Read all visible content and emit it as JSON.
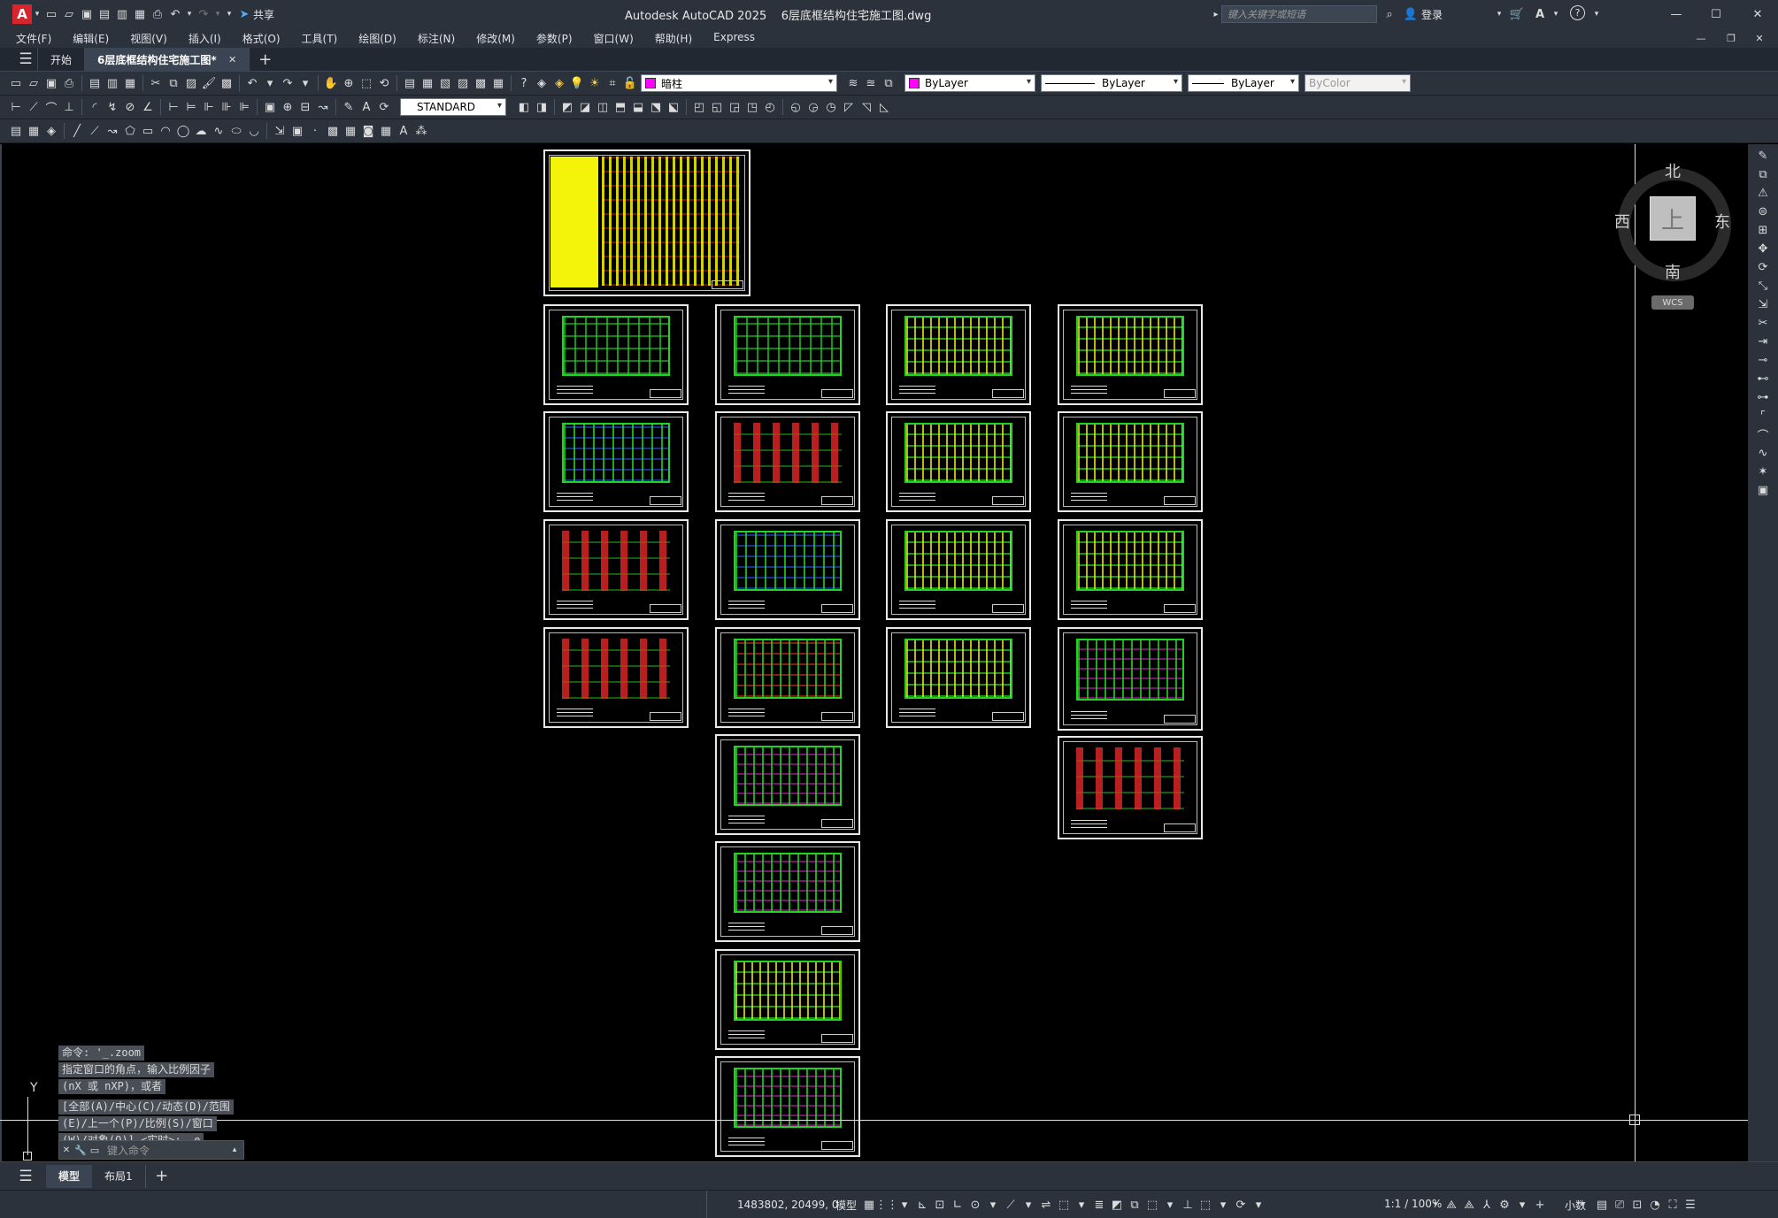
{
  "titlebar": {
    "app_logo": "A",
    "share_label": "共享",
    "title": "Autodesk AutoCAD 2025    6层底框结构住宅施工图.dwg",
    "search_placeholder": "键入关键字或短语",
    "login_label": "登录"
  },
  "menu": [
    "文件(F)",
    "编辑(E)",
    "视图(V)",
    "插入(I)",
    "格式(O)",
    "工具(T)",
    "绘图(D)",
    "标注(N)",
    "修改(M)",
    "参数(P)",
    "窗口(W)",
    "帮助(H)",
    "Express"
  ],
  "tabs": {
    "start": "开始",
    "active": "6层底框结构住宅施工图*"
  },
  "toolbar": {
    "layer_name": "暗柱",
    "color": "ByLayer",
    "linetype": "ByLayer",
    "lineweight": "ByLayer",
    "plotstyle": "ByColor",
    "dimstyle": "STANDARD"
  },
  "viewcube": {
    "north": "北",
    "south": "南",
    "east": "东",
    "west": "西",
    "top_face": "上",
    "wcs": "WCS"
  },
  "command": {
    "history": [
      "命令: '_.zoom",
      "指定窗口的角点，输入比例因子",
      "(nX 或 nXP)，或者",
      "[全部(A)/中心(C)/动态(D)/范围",
      "(E)/上一个(P)/比例(S)/窗口",
      "(W)/对象(O)] <实时>: _e"
    ],
    "placeholder": "键入命令"
  },
  "ucs": {
    "y_label": "Y"
  },
  "layout_tabs": {
    "model": "模型",
    "layout1": "布局1"
  },
  "status": {
    "coords": "1483802, 20499, 0",
    "space": "模型",
    "scale": "1:1 / 100%",
    "units": "小数"
  },
  "colors": {
    "accent_red": "#d9242c",
    "panel": "#2b323c",
    "canvas": "#000000",
    "drawing_green": "#22d422",
    "drawing_yellow": "#f4f40a"
  }
}
